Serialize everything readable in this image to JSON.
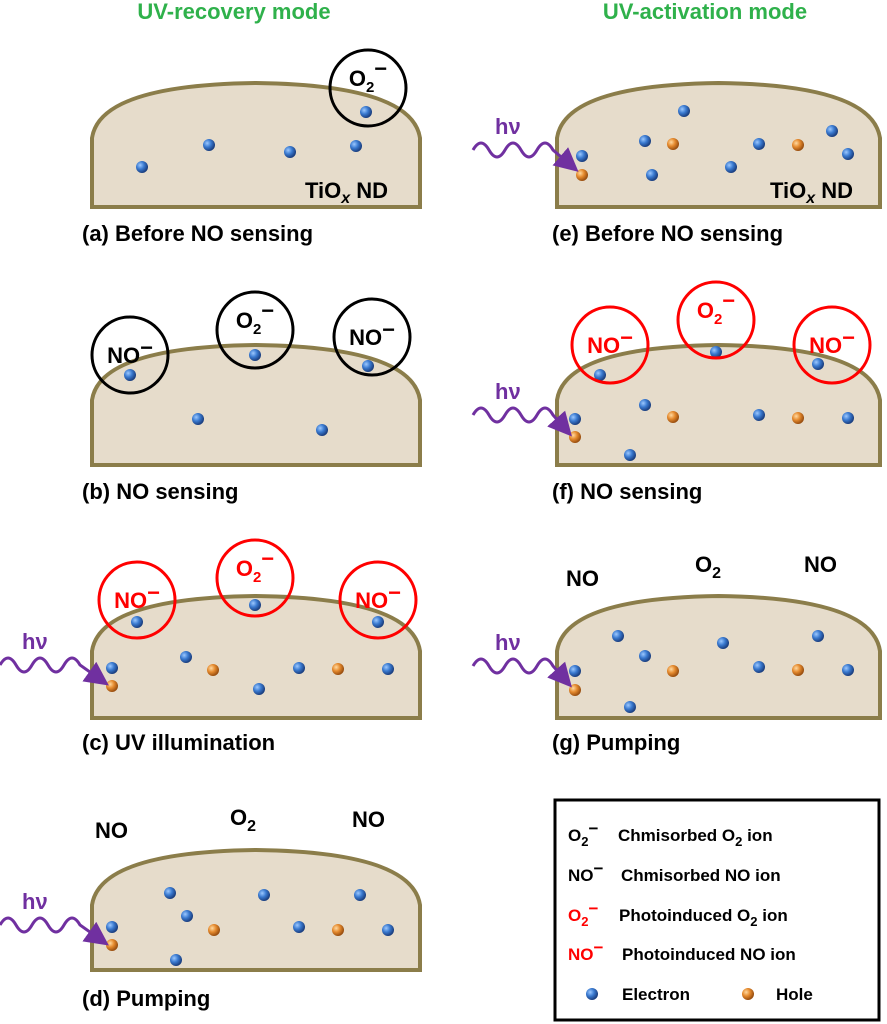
{
  "titles": {
    "left": "UV-recovery mode",
    "right": "UV-activation mode"
  },
  "captions": {
    "a": "(a) Before NO sensing",
    "b": "(b) NO sensing",
    "c": "(c) UV illumination",
    "d": "(d) Pumping",
    "e": "(e) Before NO sensing",
    "f": "(f) NO sensing",
    "g": "(g) Pumping"
  },
  "material": {
    "base": "TiO",
    "sub": "x",
    "suffix": " ND"
  },
  "ions": {
    "o2": {
      "base": "O",
      "sub": "2",
      "sup": "−"
    },
    "no": {
      "base": "NO",
      "sup": "−"
    }
  },
  "gases": {
    "no": "NO",
    "o2_base": "O",
    "o2_sub": "2"
  },
  "photon": "hν",
  "legend": {
    "chem_o2": "Chmisorbed O",
    "chem_o2_sub": "2",
    "chem_o2_tail": " ion",
    "chem_no": "Chmisorbed NO ion",
    "photo_o2": "Photoinduced O",
    "photo_o2_sub": "2",
    "photo_o2_tail": " ion",
    "photo_no": "Photoinduced NO ion",
    "electron": "Electron",
    "hole": "Hole"
  },
  "colors": {
    "title": "#2fb14b",
    "chemisorbed": "#000000",
    "photoinduced": "#ff0000",
    "electron": "#2e6fc4",
    "hole": "#e0822a",
    "photon": "#7030a0",
    "dome_fill": "#e6dccb",
    "dome_stroke": "#8b7d4a"
  }
}
